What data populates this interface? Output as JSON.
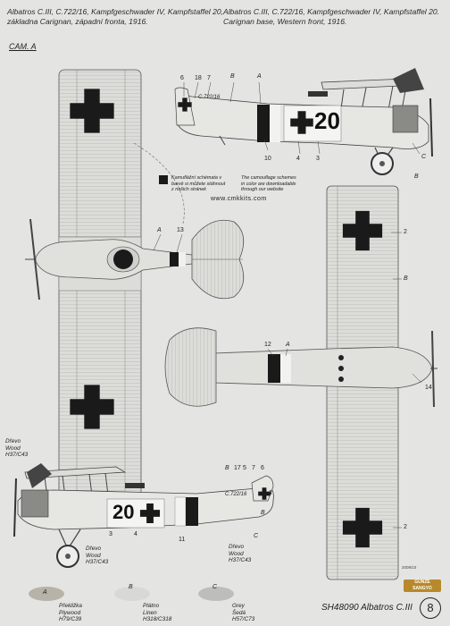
{
  "header": {
    "caption_cz": "Albatros C.III, C.722/16, Kampfgeschwader IV, Kampfstaffel 20,\nzákladna Carignan, západní fronta, 1916.",
    "caption_en": "Albatros C.III, C.722/16, Kampfgeschwader IV, Kampfstaffel 20.\nCarignan base, Western front, 1916.",
    "cam_label": "CAM. A"
  },
  "note": {
    "cz": "Kamuflážní schémata v\nbarvě si můžete stáhnout\nz našich stránek",
    "en": "The camouflage schemes\nin color are downloadable\nthrough our website",
    "url": "www.cmkkits.com"
  },
  "aircraft": {
    "serial_code": "C.722/16",
    "number": "20"
  },
  "callouts": {
    "top_profile": [
      "6",
      "18",
      "7",
      "B",
      "A",
      "10",
      "4",
      "3",
      "C",
      "B"
    ],
    "top_wing_view": [
      "A",
      "13"
    ],
    "bottom_view": [
      "2",
      "B",
      "12",
      "A",
      "2",
      "14"
    ],
    "lower_profile": [
      "17",
      "5",
      "B",
      "7",
      "6",
      "3",
      "4",
      "11",
      "C",
      "B",
      "A"
    ],
    "wood_left": "Dřevo\nWood\nH37/C43",
    "wood_lower_a": "Dřevo\nWood\nH37/C43",
    "wood_lower_b": "Dřevo\nWood\nH37/C43"
  },
  "swatches": [
    {
      "letter": "A",
      "label": "Překližka\nPlywood\nH79/C39",
      "color": "#b8b3a8"
    },
    {
      "letter": "B",
      "label": "Plátno\nLinen\nH318/C318",
      "color": "#d8d8d4"
    },
    {
      "letter": "C",
      "label": "Grey\nŠedá\nH57/C73",
      "color": "#bdbdba"
    }
  ],
  "footer": {
    "title": "SH48090 Albatros C.III",
    "page_number": "8",
    "brand_top": "GUNZE",
    "brand_bottom": "SANGYO",
    "small_code": "2009/10"
  }
}
